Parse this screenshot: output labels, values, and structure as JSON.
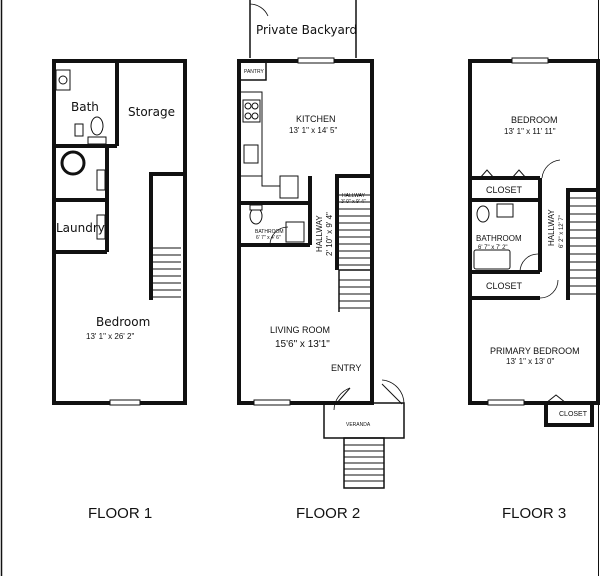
{
  "floors": [
    {
      "id": "floor1",
      "caption": "FLOOR 1"
    },
    {
      "id": "floor2",
      "caption": "FLOOR 2"
    },
    {
      "id": "floor3",
      "caption": "FLOOR 3"
    }
  ],
  "rooms": {
    "floor1": {
      "bath": "Bath",
      "storage": "Storage",
      "laundry": "Laundry",
      "bedroom": "Bedroom",
      "bedroom_dim": "13' 1\" x 26' 2\""
    },
    "floor2": {
      "private_backyard": "Private Backyard",
      "pantry": "PANTRY",
      "kitchen": "KITCHEN",
      "kitchen_dim": "13' 1\" x 14' 5\"",
      "hallway_small": "HALLWAY",
      "hallway_small_dim": "3' 0\" x 9' 4\"",
      "bathroom": "BATHROOM",
      "bathroom_dim": "6' 7\" x 4' 6\"",
      "hallway": "HALLWAY",
      "hallway_dim": "2' 10\" x 9' 4\"",
      "living_room": "LIVING ROOM",
      "living_room_dim": "15'6\" x 13'1\"",
      "entry": "ENTRY",
      "veranda": "VERANDA"
    },
    "floor3": {
      "bedroom": "BEDROOM",
      "bedroom_dim": "13' 1\" x 11' 11\"",
      "closet_upper": "CLOSET",
      "bathroom": "BATHROOM",
      "bathroom_dim": "6' 7\" x 7' 2\"",
      "hallway": "HALLWAY",
      "hallway_dim": "6' 2\" x 12' 7\"",
      "closet_lower": "CLOSET",
      "primary_bedroom": "PRIMARY BEDROOM",
      "primary_bedroom_dim": "13' 1\" x 13' 0\"",
      "closet_small": "CLOSET"
    }
  }
}
